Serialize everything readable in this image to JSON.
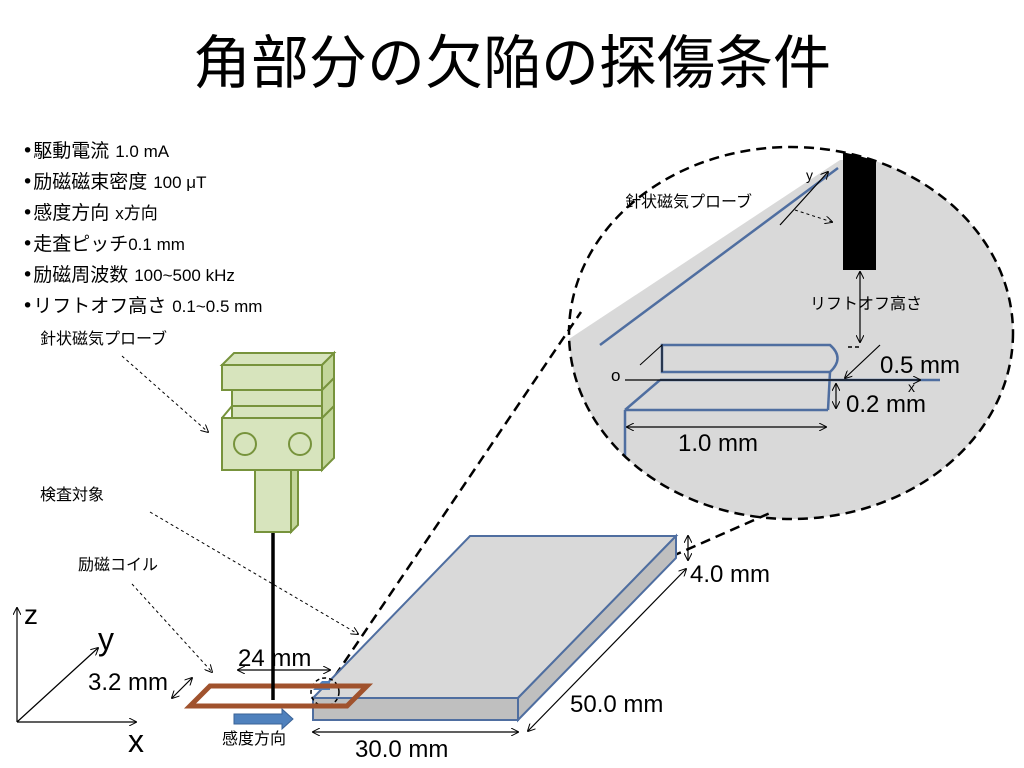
{
  "title": "角部分の欠陥の探傷条件",
  "conditions": [
    {
      "label": "•駆動電流",
      "value": "1.0 mA"
    },
    {
      "label": "•励磁磁束密度",
      "value": "100 μT"
    },
    {
      "label": "•感度方向",
      "value": "x方向"
    },
    {
      "label": "•走査ピッチ",
      "value": "0.1 mm"
    },
    {
      "label": "•励磁周波数",
      "value": "100~500 kHz"
    },
    {
      "label": "•リフトオフ高さ",
      "value": "0.1~0.5 mm"
    }
  ],
  "labels": {
    "probe": "針状磁気プローブ",
    "target": "検査対象",
    "coil": "励磁コイル",
    "sensitivity": "感度方向",
    "liftoff": "リフトオフ高さ"
  },
  "axes": {
    "x": "x",
    "y": "y",
    "z": "z",
    "origin": "o"
  },
  "dimensions": {
    "coil_width": "24 mm",
    "coil_depth": "3.2 mm",
    "plate_width": "30.0 mm",
    "plate_length": "50.0 mm",
    "plate_thickness": "4.0 mm",
    "defect_length": "1.0 mm",
    "defect_width": "0.5 mm",
    "defect_depth": "0.2 mm"
  },
  "colors": {
    "probe_fill": "#d7e4bd",
    "probe_stroke": "#77933c",
    "plate_top": "#d9d9d9",
    "plate_side": "#bfbfbf",
    "plate_stroke": "#4f6ea0",
    "coil": "#a0522d",
    "arrow": "#4f81bd",
    "zoom_fill": "#d9d9d9"
  }
}
